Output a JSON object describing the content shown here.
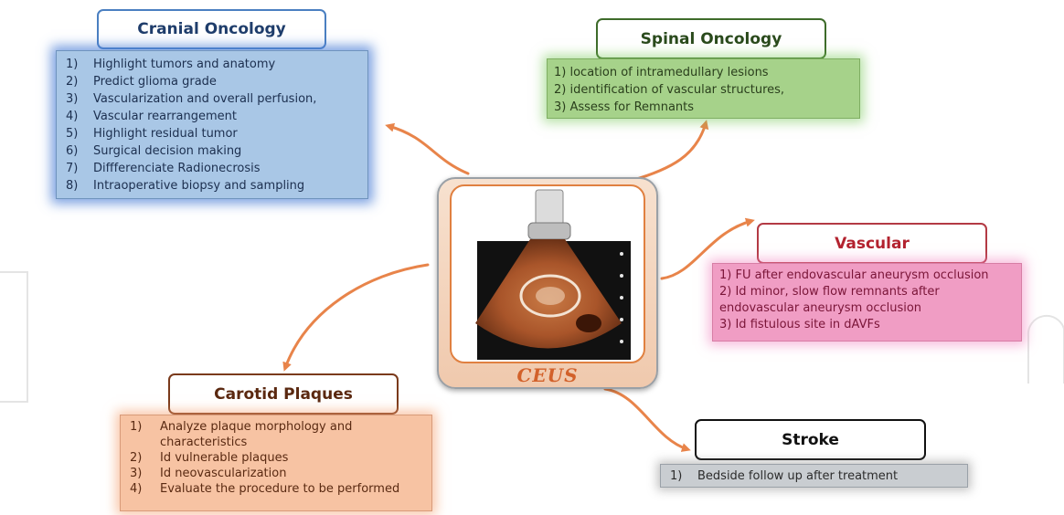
{
  "center": {
    "label": "CEUS"
  },
  "cranial": {
    "title": "Cranial Oncology",
    "items": [
      {
        "n": "1)",
        "text": "Highlight tumors and anatomy"
      },
      {
        "n": "2)",
        "text": "Predict glioma grade"
      },
      {
        "n": "3)",
        "text": "Vascularization and overall perfusion,"
      },
      {
        "n": "4)",
        "text": "Vascular rearrangement"
      },
      {
        "n": "5)",
        "text": "Highlight residual tumor"
      },
      {
        "n": "6)",
        "text": "Surgical decision making"
      },
      {
        "n": "7)",
        "text": "Diffferenciate Radionecrosis"
      },
      {
        "n": "8)",
        "text": "Intraoperative biopsy and sampling"
      }
    ]
  },
  "spinal": {
    "title": "Spinal Oncology",
    "items": [
      "1) location of intramedullary lesions",
      "2) identification of vascular structures,",
      "3) Assess for Remnants"
    ]
  },
  "vascular": {
    "title": "Vascular",
    "items": [
      "1) FU after endovascular aneurysm occlusion",
      "2) Id minor, slow flow remnants after endovascular aneurysm occlusion",
      "3) Id fistulous site in dAVFs"
    ]
  },
  "carotid": {
    "title": "Carotid Plaques",
    "items": [
      {
        "n": "1)",
        "text": "Analyze plaque morphology and characteristics"
      },
      {
        "n": "2)",
        "text": "Id vulnerable plaques"
      },
      {
        "n": "3)",
        "text": "Id neovascularization"
      },
      {
        "n": "4)",
        "text": "Evaluate the procedure to be performed"
      }
    ]
  },
  "stroke": {
    "title": "Stroke",
    "items": [
      {
        "n": "1)",
        "text": "Bedside follow up after treatment"
      }
    ]
  },
  "colors": {
    "arrow": "#e8844a",
    "cranial_panel": "#a9c7e6",
    "spinal_panel": "#a6d28a",
    "vascular_panel": "#f09dc4",
    "carotid_panel": "#f7c3a3",
    "stroke_panel": "#c9cdd1"
  },
  "icons": [
    "ultrasound-image",
    "arrow-icon"
  ]
}
